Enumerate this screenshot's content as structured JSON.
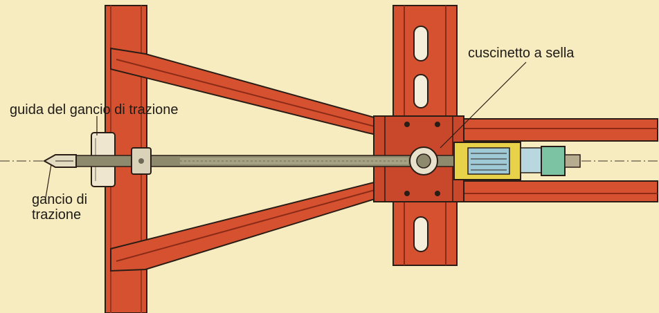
{
  "labels": {
    "guida": "guida del gancio di trazione",
    "gancio_line1": "gancio di",
    "gancio_line2": "trazione",
    "cuscinetto": "cuscinetto a sella"
  },
  "colors": {
    "background": "#f7ecc0",
    "steel_red": "#d5512f",
    "steel_dark": "#8a2a17",
    "rod": "#8e8a6e",
    "bearing_yellow": "#e8d24a",
    "bearing_blue": "#9fc9d6",
    "nut_green": "#7cc3a4",
    "outline": "#2a1d16"
  }
}
